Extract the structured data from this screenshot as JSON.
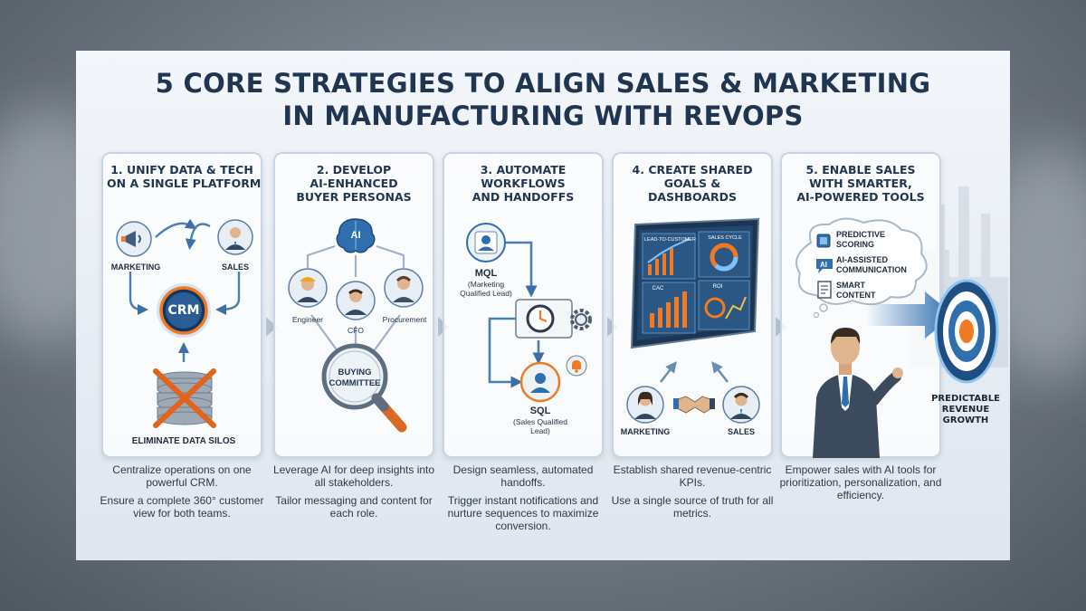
{
  "title_lines": [
    "5 CORE STRATEGIES TO ALIGN SALES & MARKETING",
    "IN MANUFACTURING WITH REVOPS"
  ],
  "colors": {
    "accent": "#f07a24",
    "navy": "#1f3550",
    "blue": "#2f6fae",
    "panel_border": "#c9d5e2"
  },
  "strategies": [
    {
      "title_lines": [
        "1. UNIFY DATA & TECH",
        "ON A SINGLE PLATFORM"
      ],
      "labels": {
        "marketing": "MARKETING",
        "sales": "SALES",
        "crm": "CRM",
        "silos": "ELIMINATE DATA SILOS"
      },
      "icons": [
        "megaphone-icon",
        "person-icon",
        "crm-hub-icon",
        "database-icon"
      ],
      "desc": [
        "Centralize operations on one powerful CRM.",
        "Ensure a complete 360° customer view for both teams."
      ]
    },
    {
      "title_lines": [
        "2. DEVELOP",
        "AI-ENHANCED",
        "BUYER PERSONAS"
      ],
      "labels": {
        "ai": "AI",
        "engineer": "Engineer",
        "cfo": "CFO",
        "procurement": "Procurement",
        "committee_1": "BUYING",
        "committee_2": "COMMITTEE"
      },
      "icons": [
        "brain-icon",
        "engineer-icon",
        "cfo-icon",
        "magnifier-icon"
      ],
      "desc": [
        "Leverage AI for deep insights into all stakeholders.",
        "Tailor messaging and content for each role."
      ]
    },
    {
      "title_lines": [
        "3. AUTOMATE",
        "WORKFLOWS",
        "AND HANDOFFS"
      ],
      "labels": {
        "mql": "MQL",
        "mql_sub_1": "(Marketing",
        "mql_sub_2": "Qualified Lead)",
        "sql": "SQL",
        "sql_sub_1": "(Sales Qualified",
        "sql_sub_2": "Lead)"
      },
      "icons": [
        "lead-icon",
        "clock-icon",
        "gear-icon",
        "bell-icon"
      ],
      "desc": [
        "Design seamless, automated handoffs.",
        "Trigger instant notifications and nurture sequences to maximize conversion."
      ]
    },
    {
      "title_lines": [
        "4. CREATE SHARED",
        "GOALS &",
        "DASHBOARDS"
      ],
      "labels": {
        "tile_1": "LEAD-TO-CUSTOMER",
        "tile_2": "SALES CYCLE",
        "tile_3": "CAC",
        "tile_4": "ROI",
        "marketing": "MARKETING",
        "sales": "SALES"
      },
      "icons": [
        "dashboard-icon",
        "handshake-icon",
        "person-icon"
      ],
      "desc": [
        "Establish shared revenue-centric KPIs.",
        "Use a single source of truth for all metrics."
      ]
    },
    {
      "title_lines": [
        "5. ENABLE SALES",
        "WITH SMARTER,",
        "AI-POWERED TOOLS"
      ],
      "labels": {
        "tool_1_a": "PREDICTIVE",
        "tool_1_b": "SCORING",
        "tool_2_a": "AI-ASSISTED",
        "tool_2_b": "COMMUNICATION",
        "tool_3_a": "SMART",
        "tool_3_b": "CONTENT"
      },
      "icons": [
        "chip-icon",
        "chat-ai-icon",
        "document-icon",
        "salesperson-icon"
      ],
      "desc": [
        "Empower sales with AI tools for prioritization, personalization, and efficiency."
      ]
    }
  ],
  "outcome": {
    "lines": [
      "PREDICTABLE",
      "REVENUE",
      "GROWTH"
    ],
    "icon": "target-icon"
  }
}
